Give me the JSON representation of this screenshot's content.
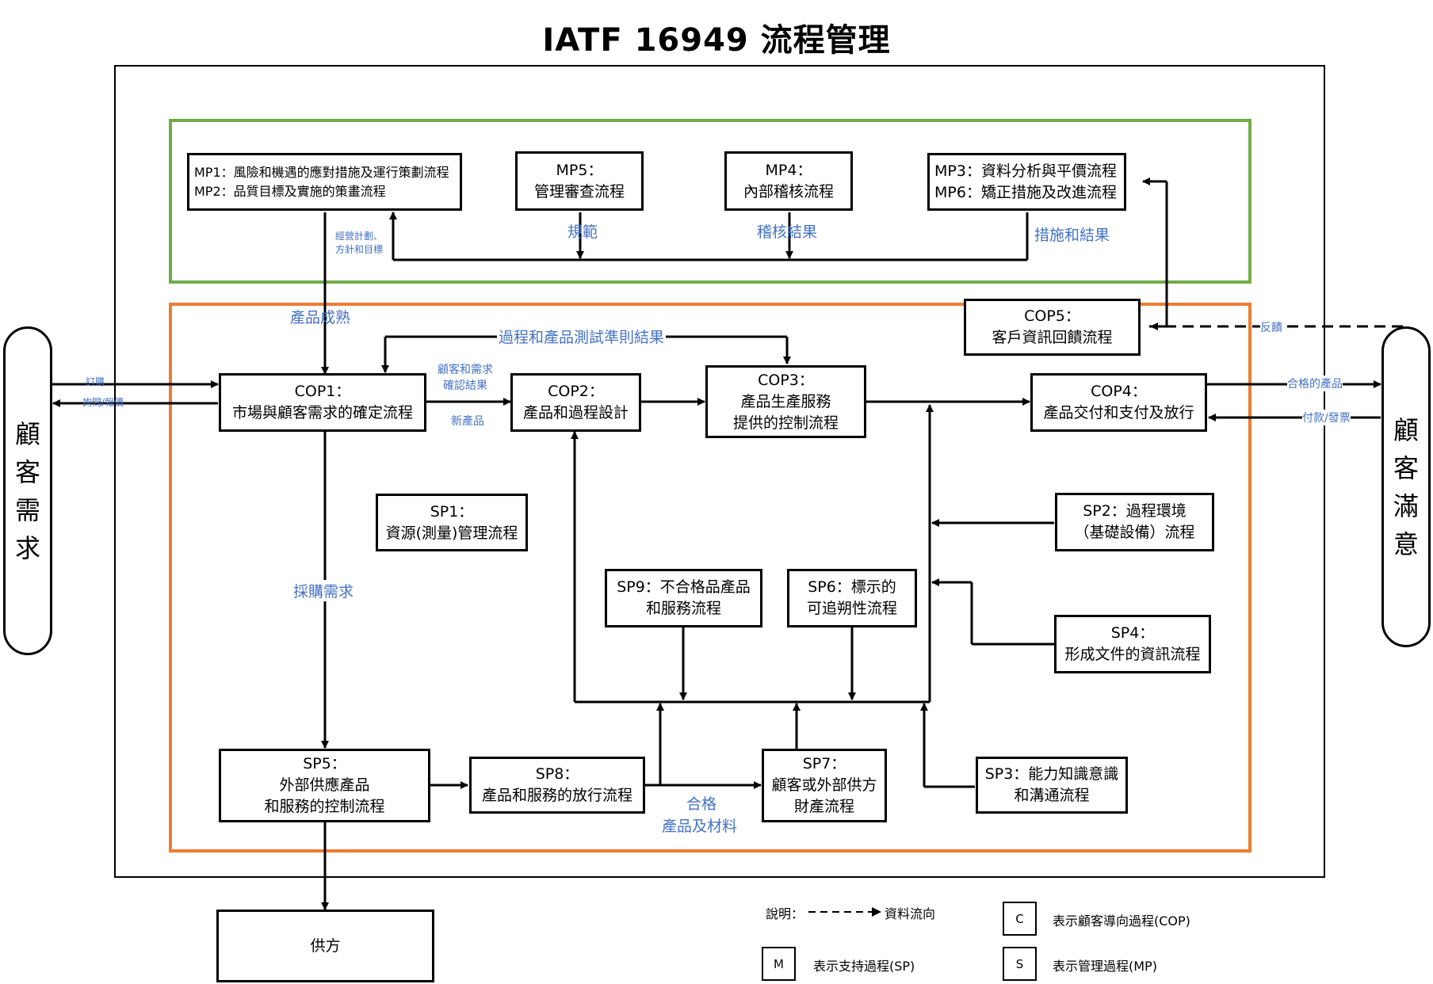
{
  "title": "IATF 16949 流程管理",
  "left_pill": {
    "chars": [
      "顧",
      "客",
      "需",
      "求"
    ]
  },
  "right_pill": {
    "chars": [
      "顧",
      "客",
      "滿",
      "意"
    ]
  },
  "boxes": {
    "mp12": {
      "line1": "MP1：風險和機遇的應對措施及運行策劃流程",
      "line2": "MP2：品質目標及實施的策畫流程"
    },
    "mp5": {
      "line1": "MP5：",
      "line2": "管理審查流程"
    },
    "mp4": {
      "line1": "MP4：",
      "line2": "內部稽核流程"
    },
    "mp36": {
      "line1": "MP3：資料分析與平價流程",
      "line2": "MP6：矯正措施及改進流程"
    },
    "cop5": {
      "line1": "COP5：",
      "line2": "客戶資訊回饋流程"
    },
    "cop1": {
      "line1": "COP1：",
      "line2": "市場與顧客需求的確定流程"
    },
    "cop2": {
      "line1": "COP2：",
      "line2": "產品和過程設計"
    },
    "cop3": {
      "line1": "COP3：",
      "line2": "產品生產服務",
      "line3": "提供的控制流程"
    },
    "cop4": {
      "line1": "COP4：",
      "line2": "產品交付和支付及放行"
    },
    "sp1": {
      "line1": "SP1：",
      "line2": "資源(測量)管理流程"
    },
    "sp2": {
      "line1": "SP2：過程環境",
      "line2": "（基礎設備）流程"
    },
    "sp9": {
      "line1": "SP9：不合格品產品",
      "line2": "和服務流程"
    },
    "sp6": {
      "line1": "SP6：標示的",
      "line2": "可追朔性流程"
    },
    "sp4": {
      "line1": "SP4：",
      "line2": "形成文件的資訊流程"
    },
    "sp5": {
      "line1": "SP5：",
      "line2": "外部供應產品",
      "line3": "和服務的控制流程"
    },
    "sp8": {
      "line1": "SP8：",
      "line2": "產品和服務的放行流程"
    },
    "sp7": {
      "line1": "SP7：",
      "line2": "顧客或外部供方",
      "line3": "財產流程"
    },
    "sp3": {
      "line1": "SP3：能力知識意識",
      "line2": "和溝通流程"
    },
    "supplier": {
      "label": "供方"
    }
  },
  "labels": {
    "guifan": "規範",
    "jihe": "稽核結果",
    "cuoshi": "措施和結果",
    "jingying1": "經營計劃、",
    "jingying2": "方針和目標",
    "chengshu": "產品成熟",
    "ceshi": "過程和產品測試準則結果",
    "fankui": "反饋",
    "dinggou": "訂購",
    "xunwen": "詢問/報價",
    "queren1": "顧客和需求",
    "queren2": "確認結果",
    "xinchanpin": "新產品",
    "hege_out": "合格的產品",
    "fukuan": "付款/發票",
    "caigou": "採購需求",
    "hege": "合格",
    "cailiao": "產品及材料"
  },
  "legend": {
    "shuoming": "說明：",
    "flow": "資料流向",
    "c_box": "C",
    "c_text": "表示顧客導向過程(COP)",
    "m_box": "M",
    "m_text": "表示支持過程(SP)",
    "s_box": "S",
    "s_text": "表示管理過程(MP)"
  },
  "colors": {
    "green": "#70ad47",
    "orange": "#ed7d31",
    "label_blue": "#4472c4"
  }
}
